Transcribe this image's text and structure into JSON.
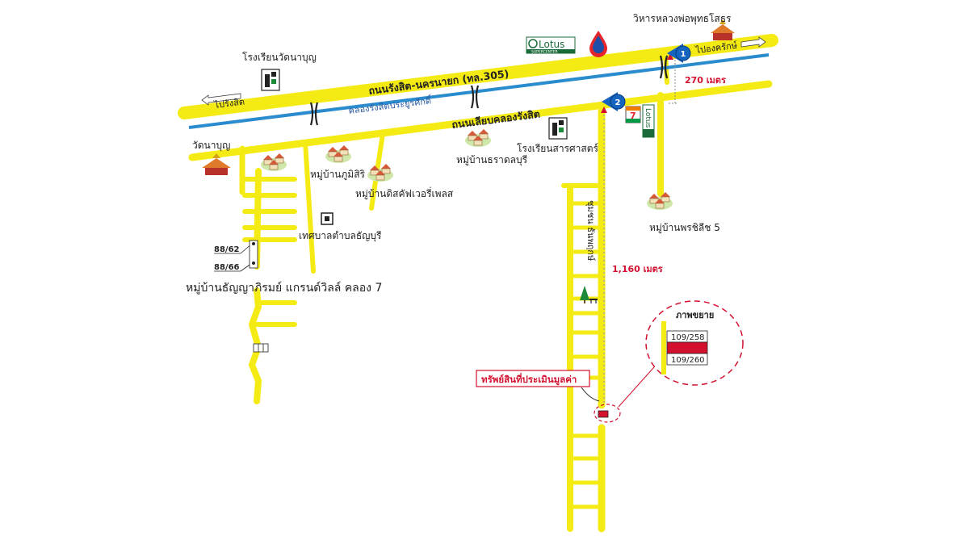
{
  "colors": {
    "road": "#f5eb14",
    "canal": "#2a8ccf",
    "red": "#d3112f",
    "marker": "#1565c0",
    "text": "#222222"
  },
  "labels": {
    "main_road": "ถนนรังสิต-นครนายก (ทล.305)",
    "canal": "คลองรังสิตประยูรศักดิ์",
    "service_road": "ถนนเลียบคลองรังสิต",
    "to_rangsit": "ไปรังสิต",
    "to_ongkharak": "ไปองครักษ์",
    "temple_top": "วิหารหลวงพ่อพุทธโสธร",
    "temple_left": "วัดนาบุญ",
    "school_left": "โรงเรียนวัดนาบุญ",
    "school_right": "โรงเรียนสารศาสตร์",
    "village_phumsiri": "หมู่บ้านภูมิสิริ",
    "village_discovery": "หมู่บ้านดิสคัฟเวอรี่เพลส",
    "village_tharadol": "หมู่บ้านธราดลบุรี",
    "village_pornsiri": "หมู่บ้านพรชิลีช 5",
    "municipality": "เทศบาลตำบลธัญบุรี",
    "village_thanya": "หมู่บ้านธัญญาภิรมย์ แกรนด์วิลล์ คลอง 7",
    "community": "ชุมชน ธันพฤกษ์",
    "plot_a": "88/62",
    "plot_b": "88/66",
    "dist_270": "270 เมตร",
    "dist_1160": "1,160 เมตร",
    "property": "ทรัพย์สินที่ประเมินมูลค่า",
    "zoom_title": "ภาพขยาย",
    "lot_top": "109/258",
    "lot_bottom": "109/260",
    "lotus_brand": "Lotus",
    "lotus_sub": "SUPERCENTER",
    "lotus_store": "Lotus",
    "seven_eleven": "7",
    "marker1": "1",
    "marker2": "2"
  },
  "icons": {
    "temple": "thai-temple-icon",
    "school": "school-building-icon",
    "village": "village-houses-icon",
    "bridge": "bridge-icon",
    "gas": "gas-station-drop-icon",
    "park": "tree-park-icon",
    "office": "municipal-office-icon"
  }
}
